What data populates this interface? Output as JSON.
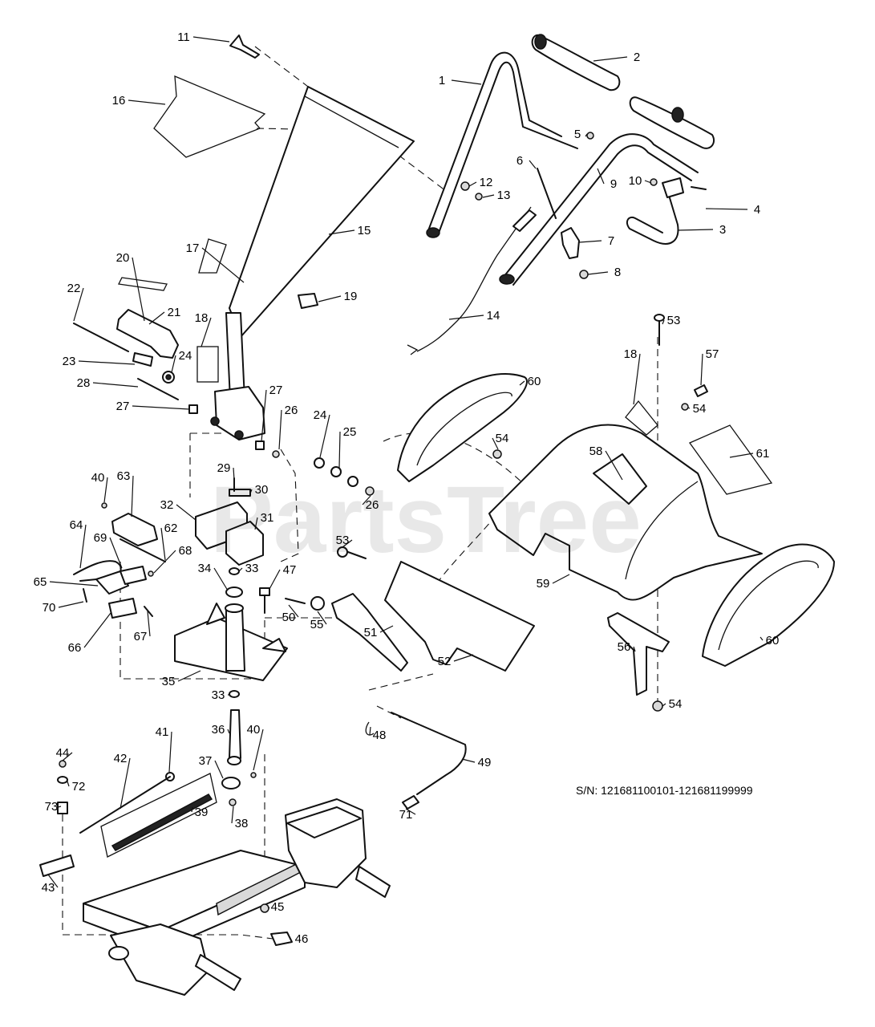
{
  "watermark": "PartsTree",
  "serial_number": "S/N: 121681100101-121681199999",
  "callouts": [
    "1",
    "2",
    "3",
    "4",
    "5",
    "6",
    "7",
    "8",
    "9",
    "10",
    "11",
    "12",
    "13",
    "14",
    "15",
    "16",
    "17",
    "18",
    "19",
    "20",
    "21",
    "22",
    "23",
    "24",
    "25",
    "26",
    "27",
    "28",
    "29",
    "30",
    "31",
    "32",
    "33",
    "34",
    "35",
    "36",
    "37",
    "38",
    "39",
    "40",
    "41",
    "42",
    "43",
    "44",
    "45",
    "46",
    "47",
    "48",
    "49",
    "50",
    "51",
    "52",
    "53",
    "54",
    "55",
    "56",
    "57",
    "58",
    "59",
    "60",
    "61",
    "62",
    "63",
    "64",
    "65",
    "66",
    "67",
    "68",
    "69",
    "70",
    "71",
    "72",
    "73"
  ]
}
